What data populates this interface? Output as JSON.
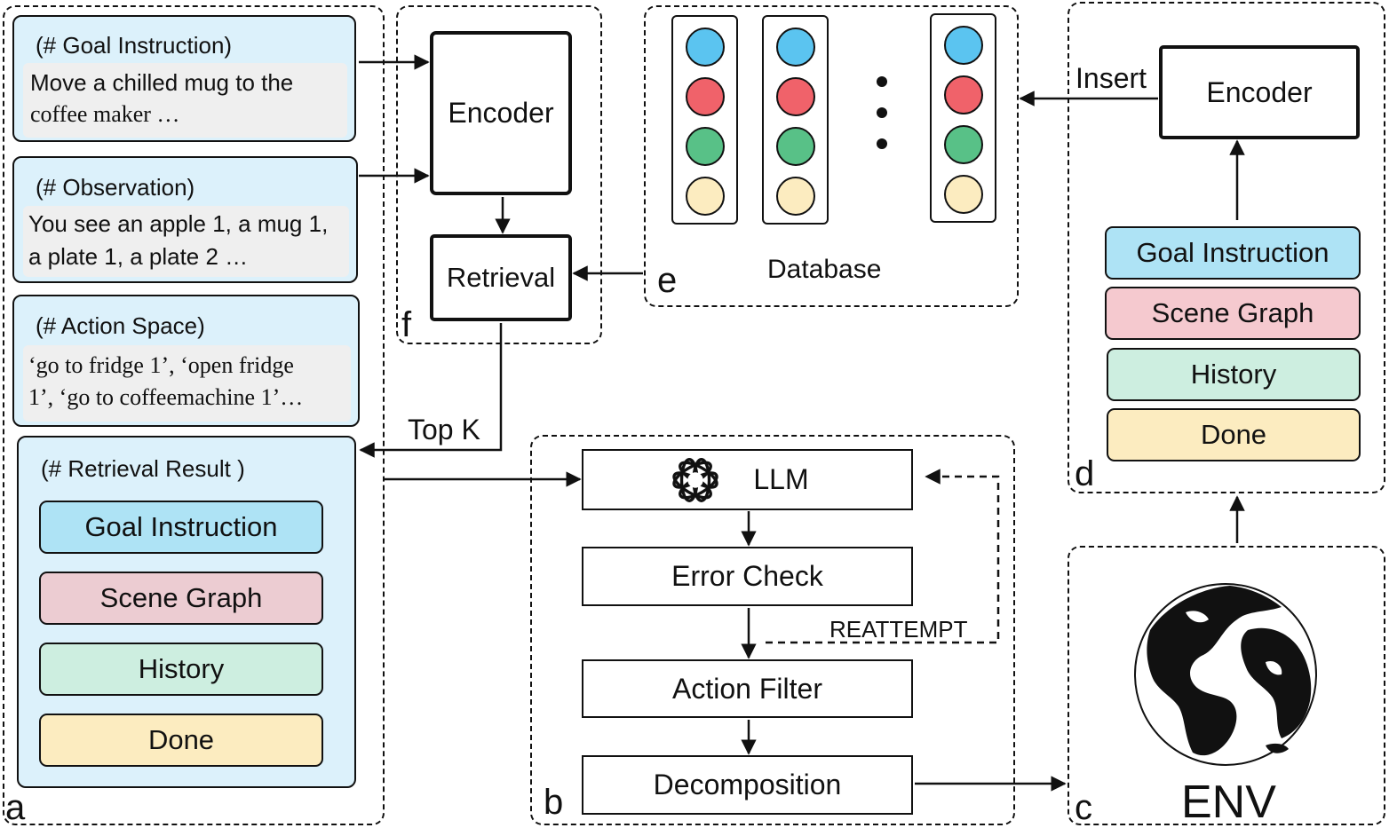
{
  "panels": {
    "a": "a",
    "b": "b",
    "c": "c",
    "d": "d",
    "e": "e",
    "f": "f"
  },
  "goal_card": {
    "header": "(# Goal Instruction)",
    "text": "Move a chilled mug to the coffee maker …",
    "line1": "Move a chilled mug to the",
    "line2": "coffee maker …"
  },
  "observation_card": {
    "header": "(# Observation)",
    "line1": "You see an apple 1, a mug 1,",
    "line2": " a plate 1, a plate 2 …"
  },
  "action_card": {
    "header": "(# Action Space)",
    "line1": "‘go to fridge 1’, ‘open fridge",
    "line2": "1’, ‘go to coffeemachine 1’…"
  },
  "retrieval_result": {
    "header": "(# Retrieval Result )",
    "items": [
      "Goal Instruction",
      "Scene Graph",
      "History",
      "Done"
    ]
  },
  "encoder_f": "Encoder",
  "retrieval": "Retrieval",
  "top_k": "Top K",
  "database": {
    "label": "Database",
    "dot_colors": [
      "#5bc4f0",
      "#f0626a",
      "#58c187",
      "#fcecc0"
    ]
  },
  "insert": "Insert",
  "encoder_d": "Encoder",
  "memory_items": [
    "Goal Instruction",
    "Scene Graph",
    "History",
    "Done"
  ],
  "llm": "LLM",
  "error_check": "Error Check",
  "reattempt": "REATTEMPT",
  "action_filter": "Action Filter",
  "decomposition": "Decomposition",
  "env": "ENV",
  "colors": {
    "card_bg": "#dcf1fb",
    "blue": "#aee3f5",
    "pink": "#f5c9cf",
    "green": "#cdeee0",
    "yellow": "#fcecc0"
  }
}
